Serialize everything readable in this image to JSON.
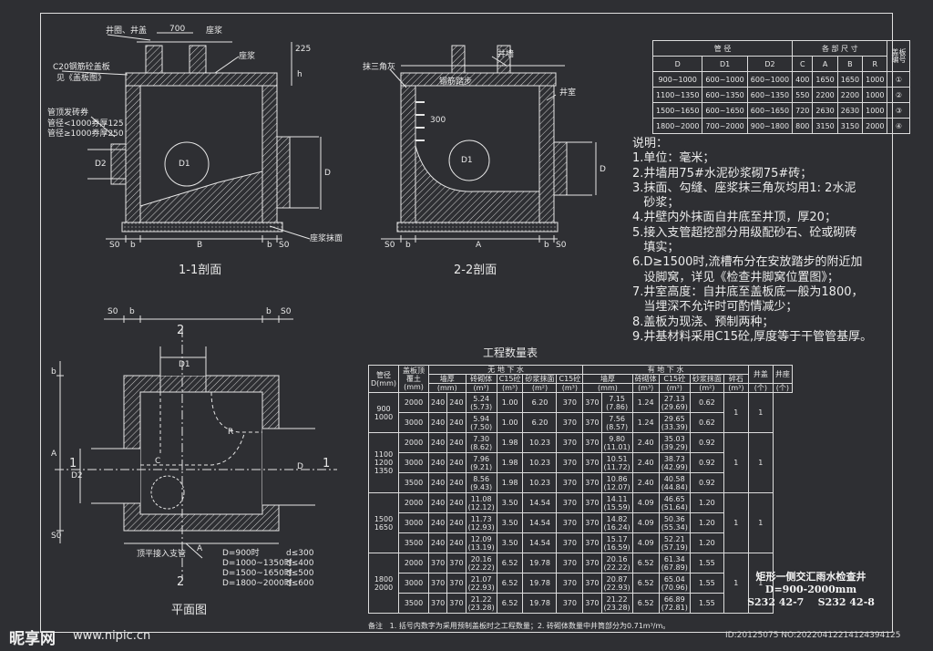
{
  "section1": {
    "title": "1-1剖面",
    "labels": {
      "cover": "井圈、井盖",
      "top_width": "700",
      "plaster": "座浆",
      "dim_225": "225",
      "slab": "C20钢筋砼盖板",
      "slab_ref": "见《盖板图》",
      "pipe_cover": "管顶发砖券",
      "pipe_rule1": "管径<1000券厚125",
      "pipe_rule2": "管径≥1000券厚250",
      "d1": "D1",
      "d": "D",
      "d2": "D2",
      "h": "h",
      "base": "座浆抹面",
      "dim_s": "S0",
      "dim_b": "b",
      "dim_B": "B",
      "dim_b2": "b",
      "dim_s2": "S0"
    }
  },
  "section2": {
    "title": "2-2剖面",
    "labels": {
      "tri": "抹三角灰",
      "wall": "井墙",
      "step": "钢筋踏步",
      "wall2": "井室",
      "dim_s": "S0",
      "dim_b": "b",
      "dim_A": "A",
      "dim_b2": "b",
      "dim_s2": "S0",
      "d1": "D1",
      "d": "D",
      "sp": "300"
    }
  },
  "plan": {
    "title": "平面图",
    "labels": {
      "sec2a": "2",
      "sec2b": "2",
      "sec1a": "1",
      "sec1b": "1",
      "d1": "D1",
      "d2": "D2",
      "d": "D",
      "c": "C",
      "a": "A",
      "a2": "A",
      "b": "b",
      "s": "S0",
      "b2": "b",
      "s2": "S0",
      "b3": "b",
      "s3": "S0",
      "r": "R",
      "join": "顶平接入支管",
      "rules": [
        [
          "D=900时",
          "d≤300"
        ],
        [
          "D=1000~1350时",
          "d≤400"
        ],
        [
          "D=1500~1650时",
          "d≤500"
        ],
        [
          "D=1800~2000时",
          "d≤600"
        ]
      ]
    }
  },
  "sizes_table": {
    "headers": {
      "group1": "管    径",
      "group2": "各 部 尺 寸",
      "col_last": "盖板编号",
      "cols": [
        "D",
        "D1",
        "D2",
        "C",
        "A",
        "B",
        "R"
      ]
    },
    "rows": [
      [
        "900~1000",
        "600~1000",
        "600~1000",
        "400",
        "1650",
        "1650",
        "1000",
        "①"
      ],
      [
        "1100~1350",
        "600~1350",
        "600~1350",
        "550",
        "2200",
        "2200",
        "1000",
        "②"
      ],
      [
        "1500~1650",
        "600~1650",
        "600~1650",
        "720",
        "2630",
        "2630",
        "1000",
        "③"
      ],
      [
        "1800~2000",
        "700~2000",
        "900~1800",
        "800",
        "3150",
        "3150",
        "2000",
        "④"
      ]
    ]
  },
  "notes": {
    "heading": "说明：",
    "items": [
      "1.单位：毫米；",
      "2.井墙用75#水泥砂浆砌75#砖；",
      "3.抹面、勾缝、座浆抹三角灰均用1: 2水泥",
      "   砂浆；",
      "4.井壁内外抹面自井底至井顶，厚20；",
      "5.接入支管超挖部分用级配砂石、砼或砌砖",
      "   填实；",
      "6.D≥1500时,流槽布分在安放踏步的附近加",
      "   设脚窝，详见《检查井脚窝位置图》；",
      "7.井室高度：自井底至盖板底一般为1800，",
      "   当埋深不允许时可酌情减少；",
      "8.盖板为现浇、预制两种；",
      "9.井基材料采用C15砼,厚度等于干管管基厚。"
    ]
  },
  "quantity_table": {
    "title": "工程数量表",
    "headers": {
      "pipe": "管径D(mm)",
      "cover": "盖板顶覆土(mm)",
      "g_dry": "无  地  下  水",
      "g_wet": "有  地  下  水",
      "wall": "墙厚",
      "masonry": "砖砌体",
      "c15": "C15砼",
      "mortar": "砂浆抹面",
      "gravel": "碎石",
      "ring": "井盖",
      "base": "井座",
      "unit_mm": "(mm)",
      "unit_m3": "(m³)",
      "unit_m2": "(m²)",
      "unit_each": "(个)"
    },
    "groups": [
      {
        "pipe": "900\n1000",
        "rows": [
          [
            "2000",
            "240",
            "240",
            "5.24\n(5.73)",
            "1.00",
            "6.20",
            "370",
            "370",
            "7.15\n(7.86)",
            "1.24",
            "27.13\n(29.69)",
            "0.62"
          ],
          [
            "3000",
            "240",
            "240",
            "5.94\n(7.50)",
            "1.00",
            "6.20",
            "370",
            "370",
            "7.56\n(8.57)",
            "1.24",
            "29.65\n(33.39)",
            "0.62"
          ]
        ],
        "ring": "1",
        "base": "1"
      },
      {
        "pipe": "1100\n1200\n1350",
        "rows": [
          [
            "2000",
            "240",
            "240",
            "7.30\n(8.62)",
            "1.98",
            "10.23",
            "370",
            "370",
            "9.80\n(11.01)",
            "2.40",
            "35.03\n(39.29)",
            "0.92"
          ],
          [
            "3000",
            "240",
            "240",
            "7.96\n(9.21)",
            "1.98",
            "10.23",
            "370",
            "370",
            "10.51\n(11.72)",
            "2.40",
            "38.73\n(42.99)",
            "0.92"
          ],
          [
            "3500",
            "240",
            "240",
            "8.56\n(9.43)",
            "1.98",
            "10.23",
            "370",
            "370",
            "10.86\n(12.07)",
            "2.40",
            "40.58\n(44.84)",
            "0.92"
          ]
        ],
        "ring": "1",
        "base": "1"
      },
      {
        "pipe": "1500\n1650",
        "rows": [
          [
            "2000",
            "240",
            "240",
            "11.08\n(12.12)",
            "3.50",
            "14.54",
            "370",
            "370",
            "14.11\n(15.59)",
            "4.09",
            "46.65\n(51.64)",
            "1.20"
          ],
          [
            "3000",
            "240",
            "240",
            "11.73\n(12.93)",
            "3.50",
            "14.54",
            "370",
            "370",
            "14.82\n(16.24)",
            "4.09",
            "50.36\n(55.34)",
            "1.20"
          ],
          [
            "3500",
            "240",
            "240",
            "12.09\n(13.19)",
            "3.50",
            "14.54",
            "370",
            "370",
            "15.17\n(16.59)",
            "4.09",
            "52.21\n(57.19)",
            "1.20"
          ]
        ],
        "ring": "1",
        "base": "1"
      },
      {
        "pipe": "1800\n2000",
        "rows": [
          [
            "2000",
            "370",
            "370",
            "20.16\n(22.22)",
            "6.52",
            "19.78",
            "370",
            "370",
            "20.16\n(22.22)",
            "6.52",
            "61.34\n(67.89)",
            "1.55"
          ],
          [
            "3000",
            "370",
            "370",
            "21.07\n(22.93)",
            "6.52",
            "19.78",
            "370",
            "370",
            "20.87\n(22.93)",
            "6.52",
            "65.04\n(70.96)",
            "1.55"
          ],
          [
            "3500",
            "370",
            "370",
            "21.22\n(23.28)",
            "6.52",
            "19.78",
            "370",
            "370",
            "21.22\n(23.28)",
            "6.52",
            "66.89\n(72.81)",
            "1.55"
          ]
        ],
        "ring": "1",
        "base": "1"
      }
    ],
    "footnote_label": "备注",
    "footnote": "1. 括号内数字为采用预制盖板时之工程数量；2. 砖砌体数量中井筒部分为0.71m³/m。"
  },
  "title_block": {
    "line1": "矩形一侧交汇雨水检查井",
    "line2": "D=900-2000mm",
    "code1": "S232  42-7",
    "code2": "S232  42-8"
  },
  "watermark": {
    "brand": "昵享网",
    "url": "www.nipic.cn",
    "id": "ID:20125075 NO:20220412214124394125"
  }
}
